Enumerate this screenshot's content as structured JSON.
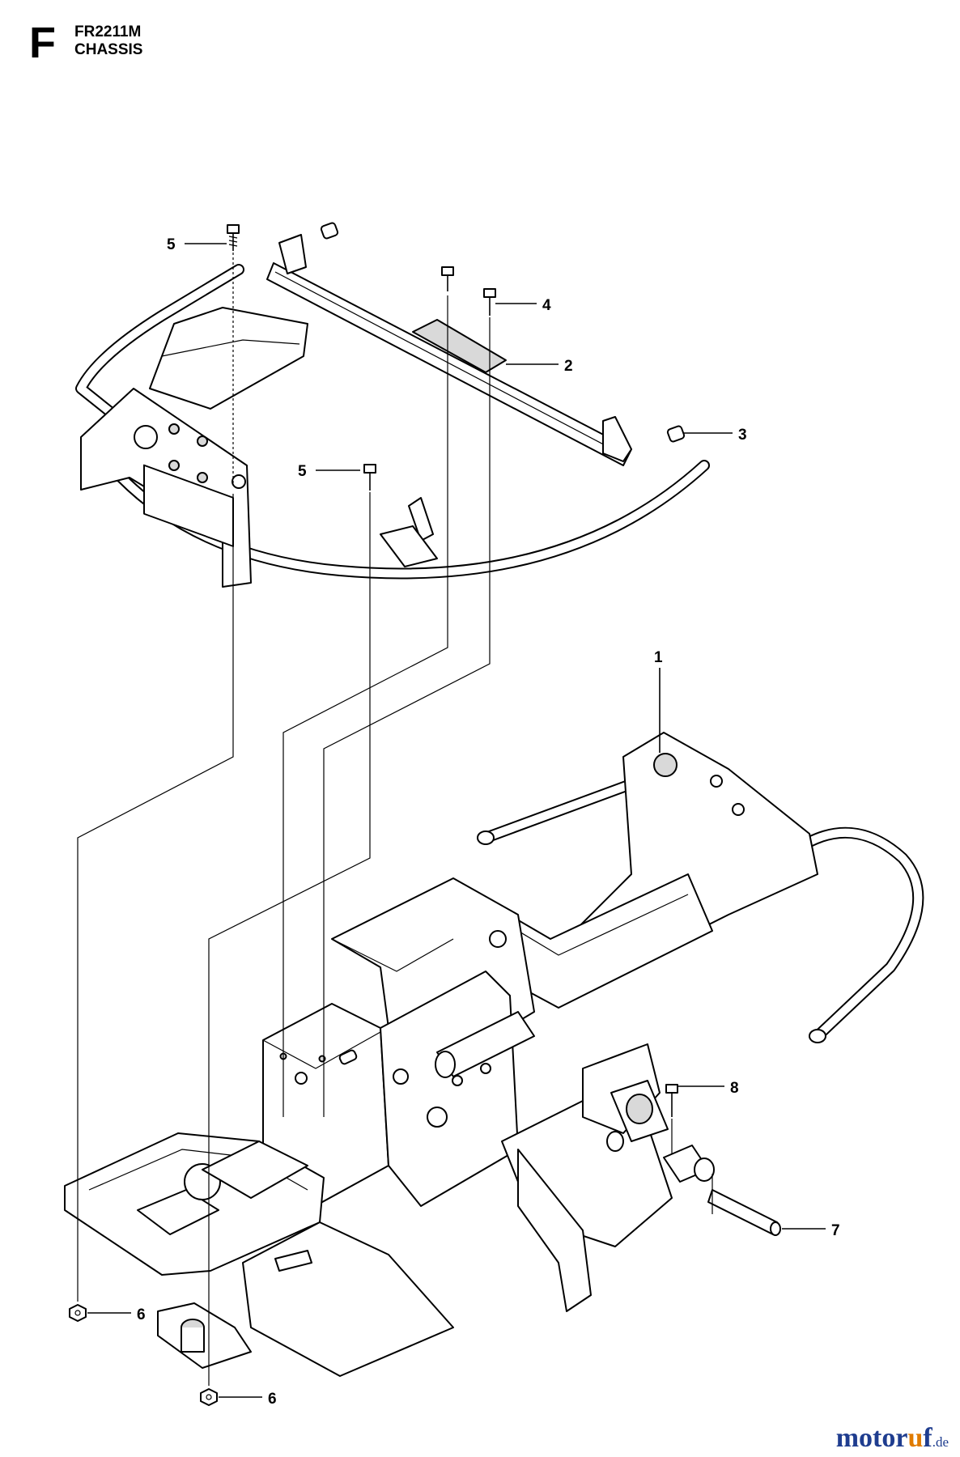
{
  "header": {
    "section_letter": "F",
    "model": "FR2211M",
    "title": "CHASSIS"
  },
  "callouts": [
    "1",
    "2",
    "3",
    "4",
    "5",
    "5",
    "6",
    "6",
    "7",
    "8"
  ],
  "watermark": {
    "brand_start": "motor",
    "brand_dot": "u",
    "brand_end": "f",
    "suffix": ".de"
  },
  "colors": {
    "ink": "#000000",
    "paper": "#ffffff",
    "watermark_blue": "#1f3d8f",
    "watermark_orange": "#e07b00"
  }
}
